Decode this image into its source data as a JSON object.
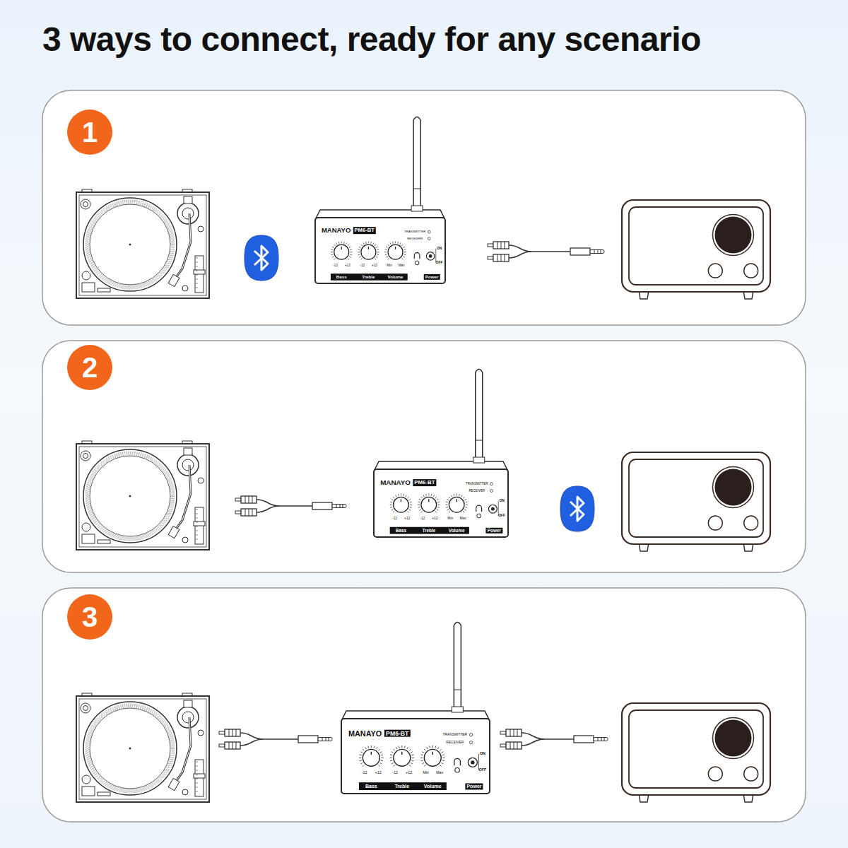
{
  "diagram": {
    "title": "3 ways to connect, ready for any scenario",
    "nodes": [
      {
        "text": [
          "1"
        ]
      },
      {
        "text": [
          "MANAYO",
          "PM6-BT",
          "TRANSMITTER",
          "RECEIVER",
          "-12",
          "+12",
          "-12",
          "+12",
          "Min",
          "Max",
          "ON",
          "OFF",
          "Bass",
          "Treble",
          "Volume",
          "Power"
        ]
      },
      {
        "text": [
          "2"
        ]
      },
      {
        "text": [
          "MANAYO",
          "PM6-BT",
          "TRANSMITTER",
          "RECEIVER",
          "-12",
          "+12",
          "-12",
          "+12",
          "Min",
          "Max",
          "ON",
          "OFF",
          "Bass",
          "Treble",
          "Volume",
          "Power"
        ]
      },
      {
        "text": [
          "3"
        ]
      },
      {
        "text": [
          "MANAYO",
          "PM6-BT",
          "TRANSMITTER",
          "RECEIVER",
          "-12",
          "+12",
          "-12",
          "+12",
          "Min",
          "Max",
          "ON",
          "OFF",
          "Bass",
          "Treble",
          "Volume",
          "Power"
        ]
      }
    ]
  }
}
